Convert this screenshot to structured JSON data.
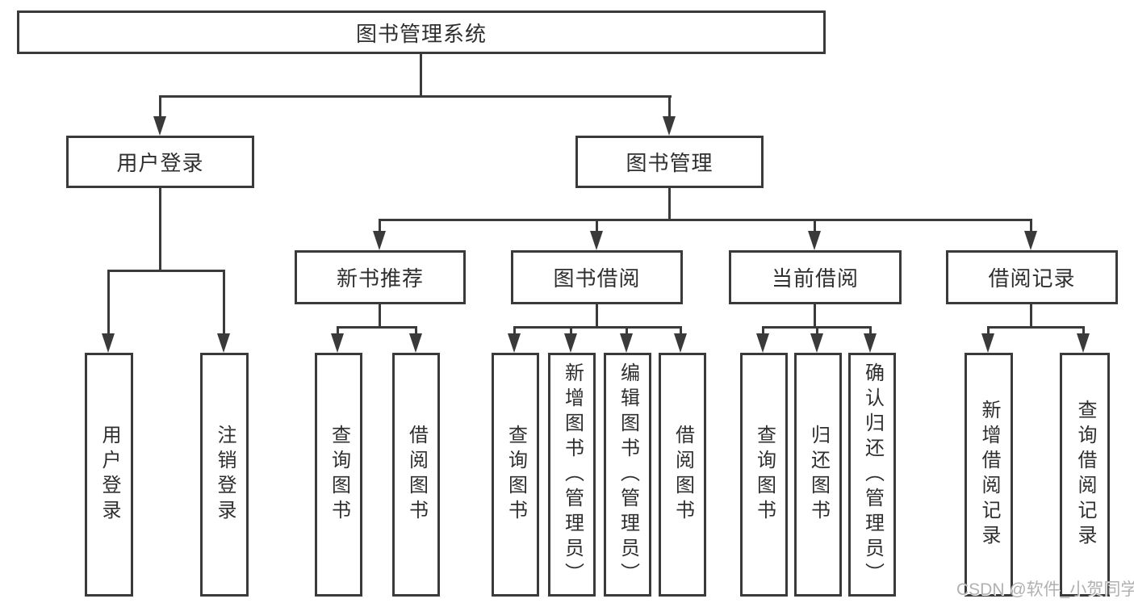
{
  "diagram_title": "图书管理系统",
  "tree": {
    "label": "图书管理系统",
    "children": [
      {
        "label": "用户登录",
        "children": [
          {
            "label": "用户登录"
          },
          {
            "label": "注销登录"
          }
        ]
      },
      {
        "label": "图书管理",
        "children": [
          {
            "label": "新书推荐",
            "children": [
              {
                "label": "查询图书"
              },
              {
                "label": "借阅图书"
              }
            ]
          },
          {
            "label": "图书借阅",
            "children": [
              {
                "label": "查询图书"
              },
              {
                "label": "新增图书（管理员）"
              },
              {
                "label": "编辑图书（管理员）"
              },
              {
                "label": "借阅图书"
              }
            ]
          },
          {
            "label": "当前借阅",
            "children": [
              {
                "label": "查询图书"
              },
              {
                "label": "归还图书"
              },
              {
                "label": "确认归还（管理员）"
              }
            ]
          },
          {
            "label": "借阅记录",
            "children": [
              {
                "label": "新增借阅记录"
              },
              {
                "label": "查询借阅记录"
              }
            ]
          }
        ]
      }
    ]
  },
  "watermark": {
    "text": "CSDN @软件_小贺同学"
  },
  "colors": {
    "stroke": "#3a3a3a",
    "text": "#2f2f2f",
    "watermark": "#b1b1b1",
    "background": "#ffffff"
  }
}
